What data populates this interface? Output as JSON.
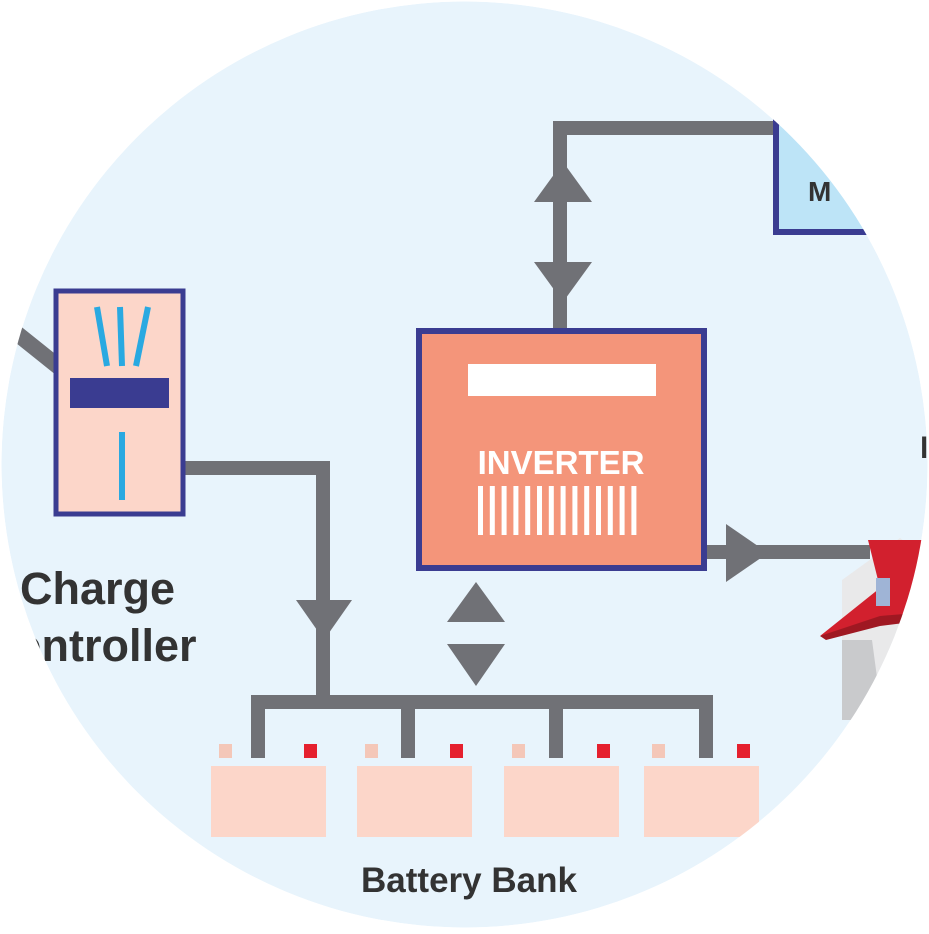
{
  "labels": {
    "charge_controller_line1": "Charge",
    "charge_controller_line2": "ontroller",
    "inverter": "INVERTER",
    "meter_partial": "M",
    "battery_bank": "Battery Bank",
    "right_edge_partial": "l"
  },
  "colors": {
    "background_circle": "#e8f4fc",
    "wire": "#707176",
    "inverter_fill": "#f4957a",
    "box_border": "#3a3c91",
    "controller_fill": "#fcd6c9",
    "controller_bar": "#3a3c91",
    "controller_rays": "#29a9e1",
    "battery_fill": "#fcd6c9",
    "battery_terminal_neg": "#f4c7b8",
    "battery_terminal_pos": "#e5202e",
    "meter_fill": "#bde4f7",
    "roof": "#d2202e",
    "text_dark": "#333333",
    "text_light": "#ffffff"
  },
  "components": [
    "charge-controller",
    "inverter",
    "meter",
    "battery-bank",
    "house"
  ],
  "battery_count": 4
}
